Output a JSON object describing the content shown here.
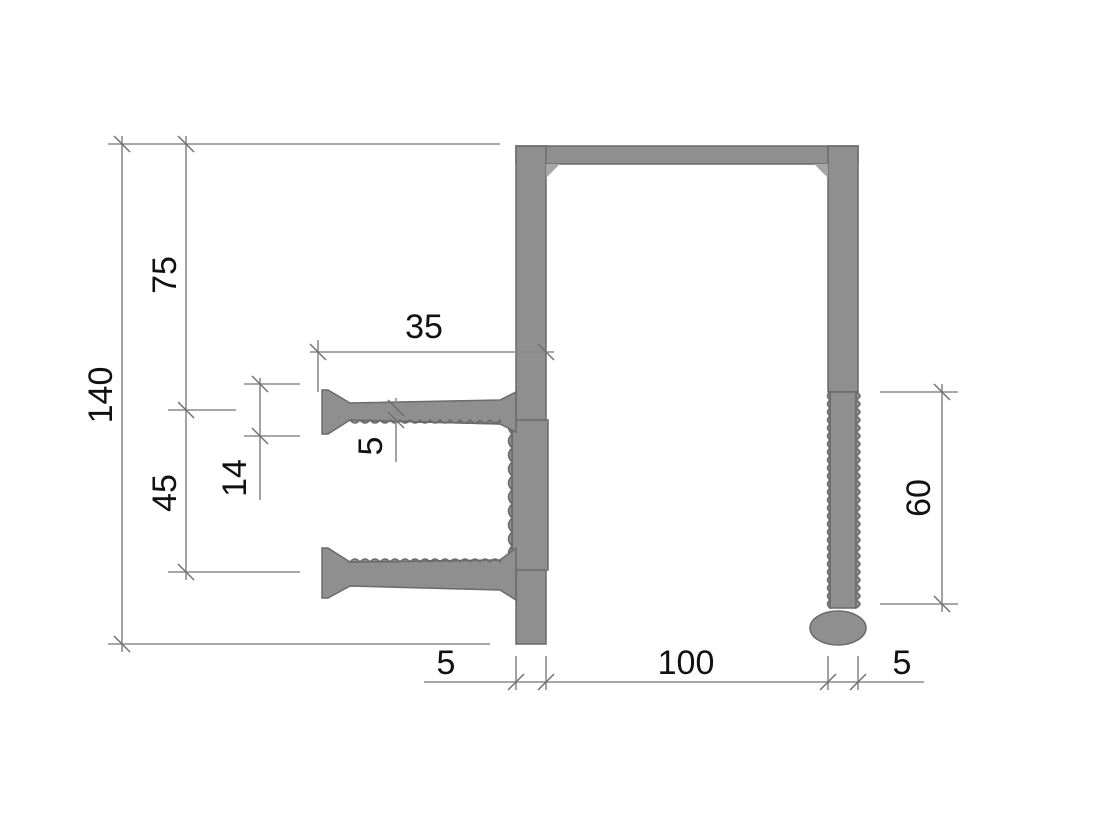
{
  "drawing": {
    "dimensions": {
      "total_height": "140",
      "upper_height": "75",
      "lower_height": "45",
      "flange_spacing": "14",
      "flange_thickness": "5",
      "flange_width": "35",
      "wall_left": "5",
      "inner_width": "100",
      "wall_right": "5",
      "thread_length": "60"
    },
    "colors": {
      "profile_fill": "#8f8f8f",
      "profile_stroke": "#6a6a6a",
      "dimension_line": "#8c8c8c",
      "text": "#111111"
    }
  }
}
